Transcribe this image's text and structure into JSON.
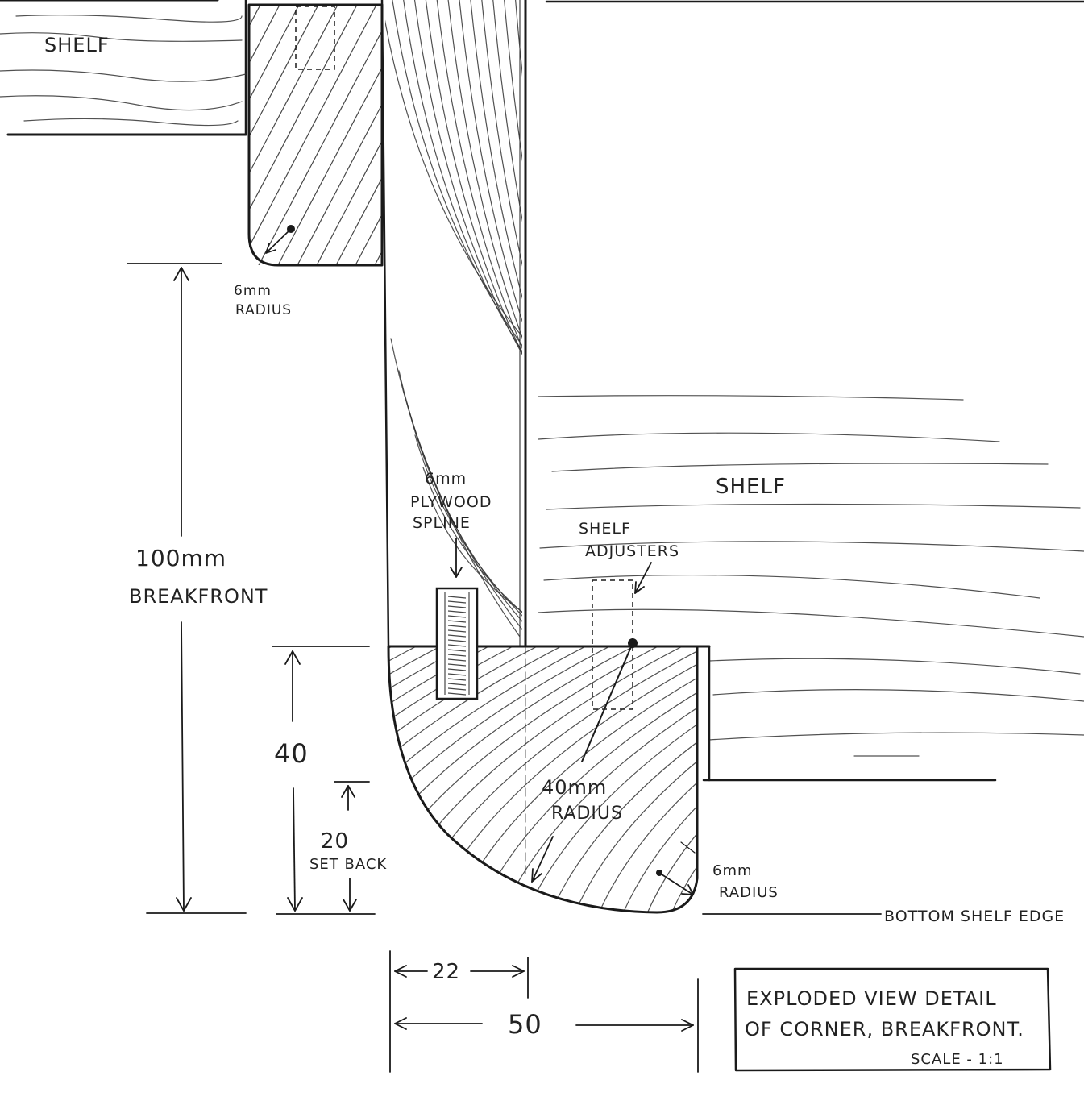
{
  "labels": {
    "shelf_top_left": "SHELF",
    "radius_top": [
      "6mm",
      "RADIUS"
    ],
    "breakfront": [
      "100mm",
      "BREAKFRONT"
    ],
    "spline": [
      "6mm",
      "PLYWOOD",
      "SPLINE"
    ],
    "shelf_right": "SHELF",
    "adjusters": [
      "SHELF",
      "ADJUSTERS"
    ],
    "dim_40": "40",
    "setback": [
      "20",
      "SET BACK"
    ],
    "radius_40": [
      "40mm",
      "RADIUS"
    ],
    "radius_bottom": [
      "6mm",
      "RADIUS"
    ],
    "bottom_edge": "BOTTOM SHELF EDGE",
    "dim_22": "22",
    "dim_50": "50"
  },
  "title_block": {
    "line1": "EXPLODED VIEW DETAIL",
    "line2": "OF CORNER, BREAKFRONT.",
    "scale": "SCALE - 1:1"
  },
  "colors": {
    "ink": "#1a1a1a",
    "paper": "#ffffff"
  }
}
